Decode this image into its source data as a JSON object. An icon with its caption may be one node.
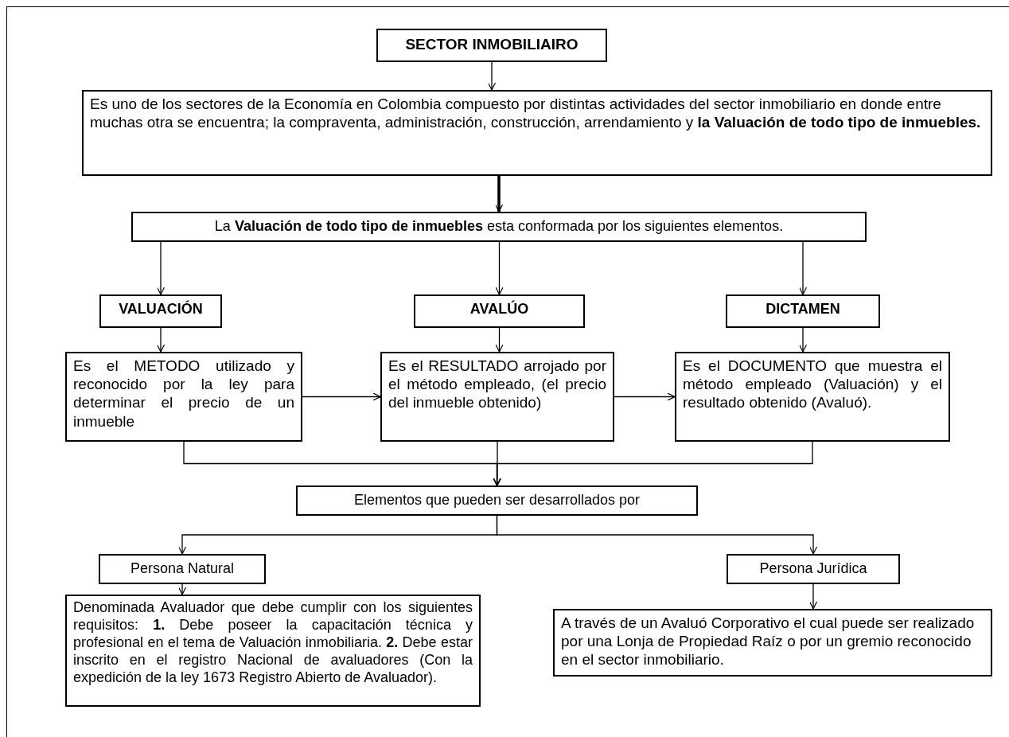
{
  "diagram": {
    "nodes": [
      {
        "text": [
          "SECTOR INMOBILIAIRO"
        ]
      },
      {
        "text": [
          "Es uno de los sectores de la Economía en Colombia compuesto por distintas actividades del sector inmobiliario en donde entre muchas otra se encuentra; la compraventa, administración, construcción, arrendamiento y **la Valuación de todo tipo de inmuebles.**"
        ]
      },
      {
        "text": [
          "La **Valuación de todo tipo de inmuebles** esta conformada por los siguientes elementos."
        ]
      },
      {
        "text": [
          "VALUACIÓN"
        ]
      },
      {
        "text": [
          "AVALÚO"
        ]
      },
      {
        "text": [
          "DICTAMEN"
        ]
      },
      {
        "text": [
          "Es el METODO utilizado y reconocido por la ley para determinar el precio de un inmueble"
        ]
      },
      {
        "text": [
          "Es el RESULTADO arrojado por el método empleado, (el precio del inmueble obtenido)"
        ]
      },
      {
        "text": [
          "Es el DOCUMENTO que muestra el método empleado (Valuación) y el resultado obtenido (Avaluó)."
        ]
      },
      {
        "text": [
          "Elementos que pueden ser desarrollados por"
        ]
      },
      {
        "text": [
          "Persona Natural"
        ]
      },
      {
        "text": [
          "Persona Jurídica"
        ]
      },
      {
        "text": [
          "Denominada Avaluador que debe cumplir con los siguientes requisitos: **1.** Debe poseer la capacitación técnica y profesional en el tema de Valuación inmobiliaria. **2.** Debe estar inscrito en el registro Nacional de avaluadores (Con la expedición de la ley 1673 Registro Abierto de Avaluador)."
        ]
      },
      {
        "text": [
          "A través de un Avaluó Corporativo el cual puede ser realizado por una Lonja de Propiedad Raíz o por un gremio reconocido en el sector inmobiliario."
        ]
      }
    ],
    "edges": [
      {
        "from": 0,
        "to": 1,
        "arrow": "to"
      },
      {
        "from": 1,
        "to": 2,
        "arrow": "to",
        "style": "thick"
      },
      {
        "from": 2,
        "to": 3,
        "arrow": "to"
      },
      {
        "from": 2,
        "to": 4,
        "arrow": "to"
      },
      {
        "from": 2,
        "to": 5,
        "arrow": "to"
      },
      {
        "from": 3,
        "to": 6,
        "arrow": "to"
      },
      {
        "from": 4,
        "to": 7,
        "arrow": "to"
      },
      {
        "from": 5,
        "to": 8,
        "arrow": "to"
      },
      {
        "from": 6,
        "to": 7,
        "arrow": "to"
      },
      {
        "from": 7,
        "to": 8,
        "arrow": "to"
      },
      {
        "from": 6,
        "to": 9,
        "arrow": "to"
      },
      {
        "from": 7,
        "to": 9,
        "arrow": "to"
      },
      {
        "from": 8,
        "to": 9,
        "arrow": "to"
      },
      {
        "from": 9,
        "to": 10,
        "arrow": "to"
      },
      {
        "from": 9,
        "to": 11,
        "arrow": "to"
      },
      {
        "from": 10,
        "to": 12,
        "arrow": "to"
      },
      {
        "from": 11,
        "to": 13,
        "arrow": "to"
      }
    ]
  }
}
